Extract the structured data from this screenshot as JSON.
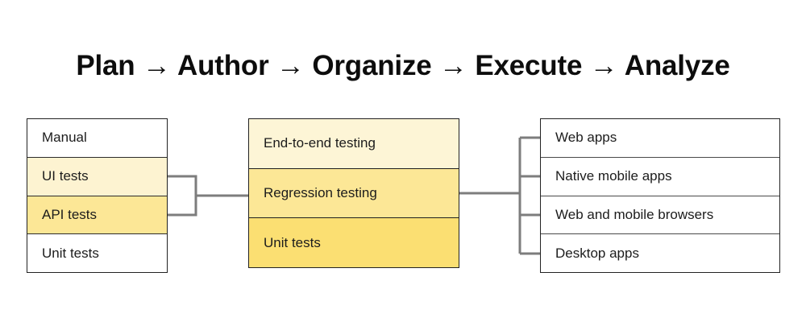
{
  "diagram": {
    "title": "Plan → Author → Organize → Execute → Analyze",
    "background_color": "#ffffff",
    "connector_color": "#7d7d7d",
    "border_color": "#222222",
    "columns": [
      {
        "name": "test-types",
        "cells": [
          {
            "label": "Manual",
            "fill": "#ffffff"
          },
          {
            "label": "UI tests",
            "fill": "#fdf3d1"
          },
          {
            "label": "API tests",
            "fill": "#fce796"
          },
          {
            "label": "Unit tests",
            "fill": "#ffffff"
          }
        ]
      },
      {
        "name": "test-levels",
        "cells": [
          {
            "label": "End-to-end testing",
            "fill": "#fdf5d6"
          },
          {
            "label": "Regression testing",
            "fill": "#fce796"
          },
          {
            "label": "Unit tests",
            "fill": "#fbdf72"
          }
        ]
      },
      {
        "name": "targets",
        "cells": [
          {
            "label": "Web apps",
            "fill": "#ffffff"
          },
          {
            "label": "Native mobile apps",
            "fill": "#ffffff"
          },
          {
            "label": "Web and mobile browsers",
            "fill": "#ffffff"
          },
          {
            "label": "Desktop apps",
            "fill": "#ffffff"
          }
        ]
      }
    ]
  }
}
